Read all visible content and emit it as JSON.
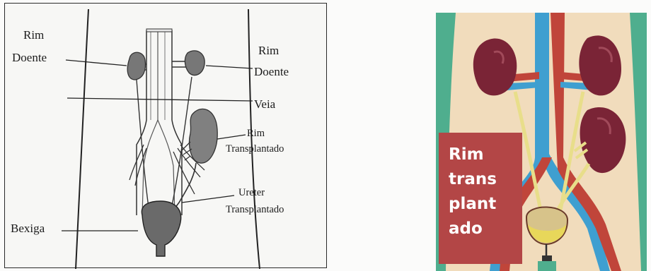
{
  "left_diagram": {
    "labels": {
      "diseased_kidney_left": [
        "Rim",
        "Doente"
      ],
      "diseased_kidney_right": [
        "Rim",
        "Doente"
      ],
      "vein": "Veia",
      "transplanted_kidney": [
        "Rim",
        "Transplantado"
      ],
      "transplanted_ureter": [
        "Ureter",
        "Transplantado"
      ],
      "bladder": "Bexiga"
    }
  },
  "right_diagram": {
    "label_lines": [
      "Rim",
      "trans",
      "plant",
      "ado"
    ],
    "colors": {
      "label_box": "#b34646",
      "kidney": "#7a2436",
      "vein": "#3f9fd0",
      "artery": "#c0453a",
      "ureter": "#e8de8a",
      "body_edge": "#4fae8e",
      "background": "#f1dcbc"
    }
  }
}
